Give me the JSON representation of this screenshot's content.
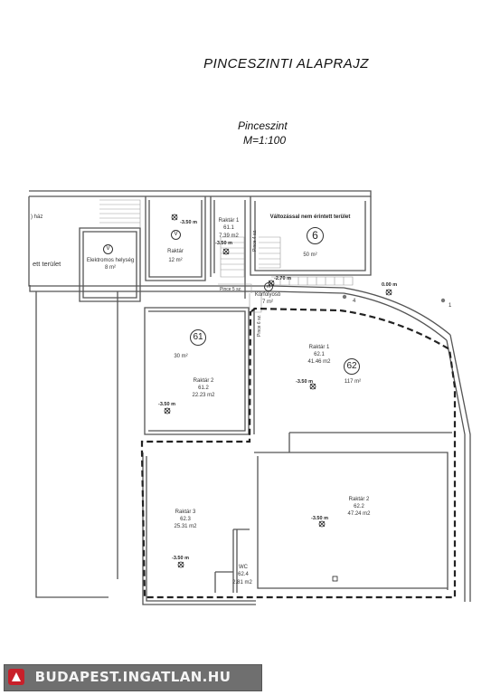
{
  "title": "PINCESZINTI ALAPRAJZ",
  "subtitle": {
    "line1": "Pinceszint",
    "line2": "M=1:100"
  },
  "labels": {
    "haz": ") ház",
    "terulet": "ett terület",
    "elektromos_name": "Elektromos helység",
    "elektromos_area": "8 m²",
    "elektromos_mark": "V",
    "raktar_top_mark": "V",
    "raktar_top_name": "Raktár",
    "raktar_top_area": "12 m²",
    "raktar1_611_name": "Raktár 1",
    "raktar1_611_code": "61.1",
    "raktar1_611_area": "7.39 m2",
    "valtozas_name": "Változással nem érintett terület",
    "unit6_num": "6",
    "unit6_area": "50 m²",
    "pince4": "Pince 4 sz.",
    "pince5": "Pince 5 sz.",
    "pince6": "Pince 6 sz.",
    "korfolyoso_mark": "III",
    "korfolyoso_name": "Körfolyosó",
    "korfolyoso_area": "7 m²",
    "unit61_num": "61",
    "unit61_area": "30 m²",
    "raktar2_612_name": "Raktár 2",
    "raktar2_612_code": "61.2",
    "raktar2_612_area": "22.23 m2",
    "raktar1_621_name": "Raktár 1",
    "raktar1_621_code": "62.1",
    "raktar1_621_area": "41.46 m2",
    "unit62_num": "62",
    "unit62_area": "117 m²",
    "raktar3_623_name": "Raktár 3",
    "raktar3_623_code": "62.3",
    "raktar3_623_area": "25.31 m2",
    "raktar2_622_name": "Raktár 2",
    "raktar2_622_code": "62.2",
    "raktar2_622_area": "47.24 m2",
    "wc_name": "WC",
    "wc_code": "62.4",
    "wc_area": "2.81 m2",
    "point4": "4",
    "point1": "1"
  },
  "elevations": {
    "e1": "-3.50 m",
    "e2": "-3.50 m",
    "e3": "-2.70 m",
    "e4": "0.00 m",
    "e5": "-3.50 m",
    "e6": "-3.50 m",
    "e7": "-3.50 m",
    "e8": "-3.50 m"
  },
  "footer": {
    "brand": "BUDAPEST.INGATLAN.HU"
  },
  "colors": {
    "wall": "#555555",
    "boundary": "#222222",
    "footer_bg": "#6f6f6f",
    "footer_text": "#f4f4f4",
    "logo": "#c8202a"
  }
}
